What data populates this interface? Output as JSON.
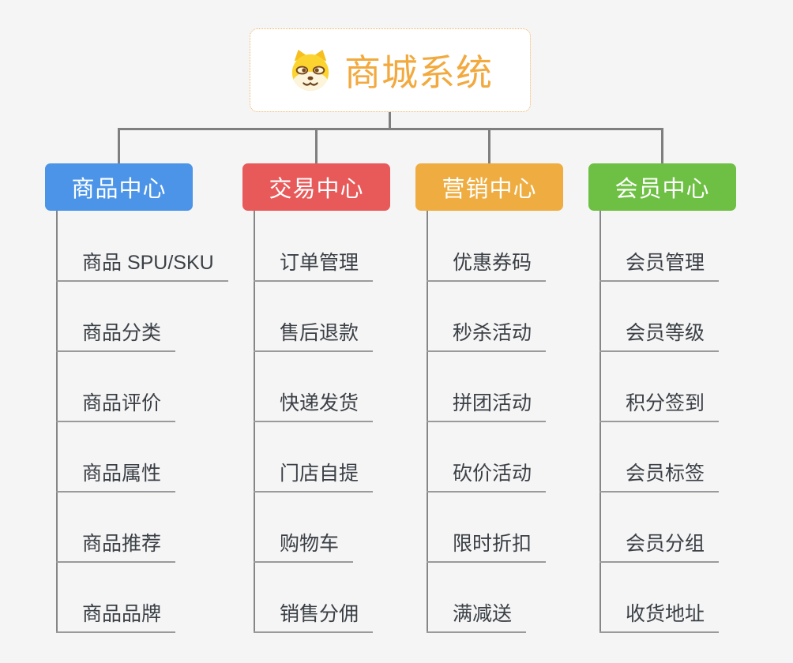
{
  "canvas": {
    "background_color": "#f5f5f5",
    "connector_color": "#7f7f7f",
    "leaf_underline_color": "#9a9a9a",
    "leaf_text_color": "#3b4046"
  },
  "root": {
    "title": "商城系统",
    "icon": "shiba-dog-icon",
    "text_color": "#f2a93e",
    "border_color": "#f0b264"
  },
  "branches": [
    {
      "label": "商品中心",
      "color": "#4b94e8",
      "children": [
        "商品 SPU/SKU",
        "商品分类",
        "商品评价",
        "商品属性",
        "商品推荐",
        "商品品牌"
      ]
    },
    {
      "label": "交易中心",
      "color": "#e85a5a",
      "children": [
        "订单管理",
        "售后退款",
        "快递发货",
        "门店自提",
        "购物车",
        "销售分佣"
      ]
    },
    {
      "label": "营销中心",
      "color": "#efad41",
      "children": [
        "优惠券码",
        "秒杀活动",
        "拼团活动",
        "砍价活动",
        "限时折扣",
        "满减送"
      ]
    },
    {
      "label": "会员中心",
      "color": "#6ec044",
      "children": [
        "会员管理",
        "会员等级",
        "积分签到",
        "会员标签",
        "会员分组",
        "收货地址"
      ]
    }
  ]
}
